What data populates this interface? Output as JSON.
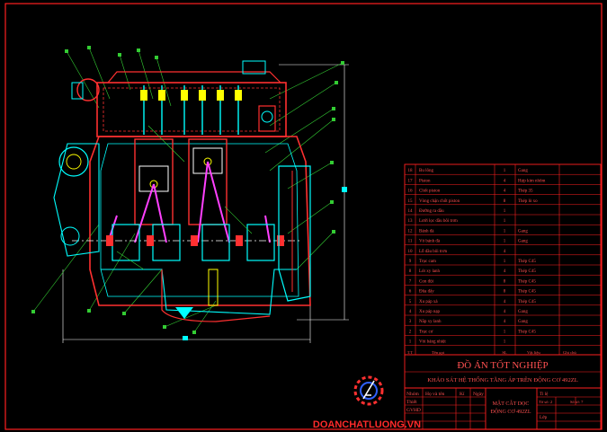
{
  "bom": {
    "rows": [
      {
        "no": "18",
        "name": "Bu lông",
        "qty": "1",
        "mat": "Gang"
      },
      {
        "no": "17",
        "name": "Piston",
        "qty": "4",
        "mat": "Hợp kim nhôm"
      },
      {
        "no": "16",
        "name": "Chốt piston",
        "qty": "4",
        "mat": "Thép 35"
      },
      {
        "no": "15",
        "name": "Vòng chặn chốt piston",
        "qty": "8",
        "mat": "Thép lò xo"
      },
      {
        "no": "14",
        "name": "Đường ra dầu",
        "qty": "1",
        "mat": ""
      },
      {
        "no": "13",
        "name": "Lưới lọc dầu bôi trơn",
        "qty": "1",
        "mat": ""
      },
      {
        "no": "12",
        "name": "Bánh đà",
        "qty": "1",
        "mat": "Gang"
      },
      {
        "no": "11",
        "name": "Vỏ bánh đà",
        "qty": "1",
        "mat": "Gang"
      },
      {
        "no": "10",
        "name": "Lỗ dầu bôi trơn",
        "qty": "4",
        "mat": ""
      },
      {
        "no": "9",
        "name": "Trục cam",
        "qty": "1",
        "mat": "Thép C45"
      },
      {
        "no": "8",
        "name": "Lót xy lanh",
        "qty": "4",
        "mat": "Thép C45"
      },
      {
        "no": "7",
        "name": "Con đội",
        "qty": "8",
        "mat": "Thép C45"
      },
      {
        "no": "6",
        "name": "Đũa đẩy",
        "qty": "8",
        "mat": "Thép C45"
      },
      {
        "no": "5",
        "name": "Xu páp xả",
        "qty": "4",
        "mat": "Thép C45"
      },
      {
        "no": "4",
        "name": "Xu páp nạp",
        "qty": "4",
        "mat": "Gang"
      },
      {
        "no": "3",
        "name": "Nắp xy lanh",
        "qty": "4",
        "mat": "Gang"
      },
      {
        "no": "2",
        "name": "Trục cơ",
        "qty": "1",
        "mat": "Thép C45"
      },
      {
        "no": "1",
        "name": "Vòi bảng nhiệt",
        "qty": "1",
        "mat": ""
      }
    ],
    "footer": {
      "no": "T.T",
      "name": "Tên gọi",
      "qty": "SL",
      "mat": "Vật liệu",
      "note": "Ghi chú"
    }
  },
  "title_block": {
    "heading": "ĐỒ ÁN TỐT NGHIỆP",
    "subtitle": "KHẢO SÁT HỆ THỐNG TĂNG ÁP TRÊN ĐỘNG CƠ 492ZL",
    "hdr1": "Nhóm",
    "hdr2": "Họ và tên",
    "hdr3": "Kí",
    "hdr4": "Ngày",
    "row1": "Thiết",
    "row2": "GVHD",
    "drawing_name": "MẶT CẮT DỌC",
    "drawing_name2": "ĐỘNG CƠ 492ZL",
    "mark": "Tỉ lệ",
    "sheet": "Tờ số: 2",
    "sheets": "Số tờ: 7",
    "scale_lbl": "Lớp"
  },
  "watermark": "DOANCHATLUONG.VN",
  "colors": {
    "frame": "#ff2020",
    "cyan": "#00ffff",
    "green": "#33cc33",
    "yellow": "#ffff00",
    "magenta": "#ff40ff",
    "white": "#ffffff"
  }
}
